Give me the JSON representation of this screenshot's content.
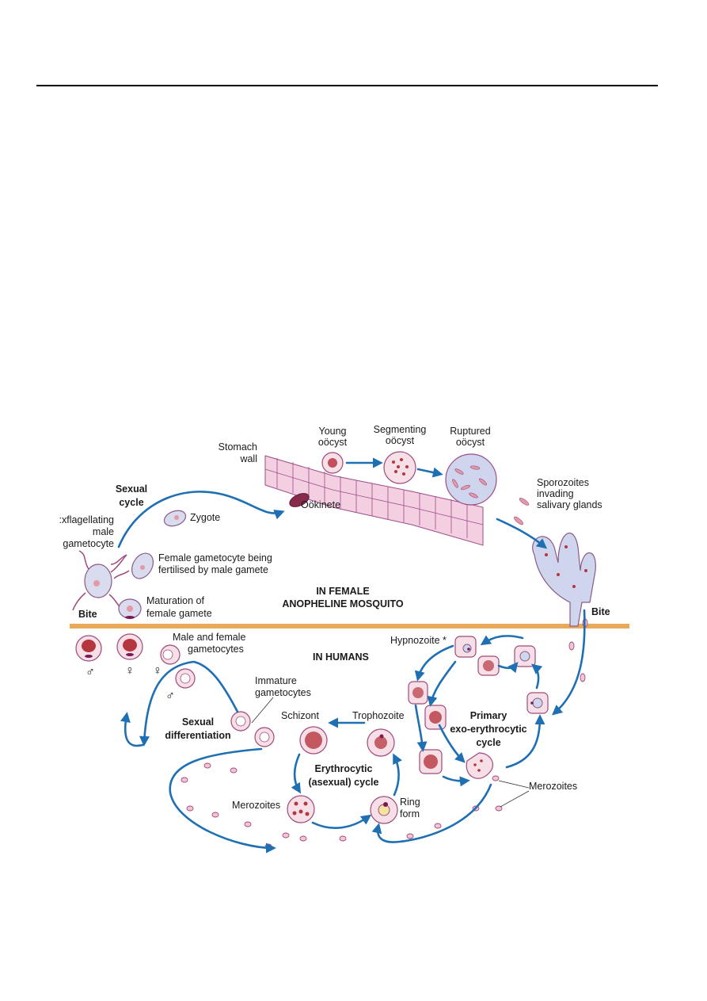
{
  "labels": {
    "stomach_wall": [
      "Stomach",
      "wall"
    ],
    "young_oocyst": [
      "Young",
      "oöcyst"
    ],
    "segmenting_oocyst": [
      "Segmenting",
      "oöcyst"
    ],
    "ruptured_oocyst": [
      "Ruptured",
      "oöcyst"
    ],
    "sporozoites": [
      "Sporozoites",
      "invading",
      "salivary glands"
    ],
    "ookinete": "Oökinete",
    "sexual_cycle": [
      "Sexual",
      "cycle"
    ],
    "zygote": "Zygote",
    "exflagellating": [
      ":xflagellating",
      "male",
      "gametocyte"
    ],
    "female_fertilised": [
      "Female gametocyte being",
      "fertilised by male gamete"
    ],
    "maturation": [
      "Maturation of",
      "female gamete"
    ],
    "bite_left": "Bite",
    "bite_right": "Bite",
    "in_female_mosquito": [
      "IN FEMALE",
      "ANOPHELINE MOSQUITO"
    ],
    "in_humans": "IN HUMANS",
    "male_female_gametocytes": [
      "Male and female",
      "gametocytes"
    ],
    "immature_gametocytes": [
      "Immature",
      "gametocytes"
    ],
    "sexual_differentiation": [
      "Sexual",
      "differentiation"
    ],
    "schizont": "Schizont",
    "trophozoite": "Trophozoite",
    "erythrocytic_cycle": [
      "Erythrocytic",
      "(asexual) cycle"
    ],
    "merozoites_left": "Merozoites",
    "ring_form": [
      "Ring",
      "form"
    ],
    "hypnozoite": "Hypnozoite *",
    "primary_cycle": [
      "Primary",
      "exo-erythrocytic",
      "cycle"
    ],
    "merozoites_right": "Merozoites",
    "male_symbol": "♂",
    "female_symbol": "♀"
  },
  "colors": {
    "arrow": "#1f6fb3",
    "divider": "#e8a95a",
    "cell_body": "#d9dbee",
    "rbc": "#f7dfe8"
  }
}
